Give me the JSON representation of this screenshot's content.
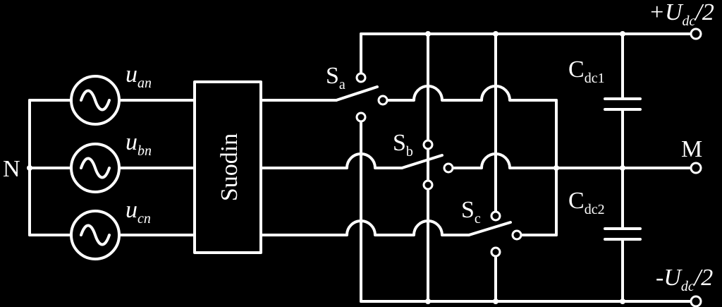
{
  "diagram": {
    "neutral_label": "N",
    "midpoint_label": "M",
    "filter_label": "Suodin",
    "sources": [
      {
        "symbol": "u",
        "subscript": "an"
      },
      {
        "symbol": "u",
        "subscript": "bn"
      },
      {
        "symbol": "u",
        "subscript": "cn"
      }
    ],
    "switches": [
      {
        "symbol": "S",
        "subscript": "a"
      },
      {
        "symbol": "S",
        "subscript": "b"
      },
      {
        "symbol": "S",
        "subscript": "c"
      }
    ],
    "capacitors": [
      {
        "symbol": "C",
        "subscript": "dc1"
      },
      {
        "symbol": "C",
        "subscript": "dc2"
      }
    ],
    "dc_positive": {
      "prefix": "+",
      "symbol": "U",
      "subscript": "dc",
      "suffix": "/2"
    },
    "dc_negative": {
      "prefix": "-",
      "symbol": "U",
      "subscript": "dc",
      "suffix": "/2"
    }
  }
}
